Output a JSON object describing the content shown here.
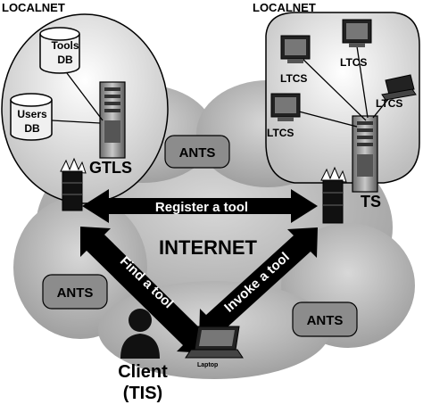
{
  "left_network": {
    "title": "LOCALNET",
    "tools_db": [
      "Tools",
      "DB"
    ],
    "users_db": [
      "Users",
      "DB"
    ],
    "server_label": "GTLS"
  },
  "right_network": {
    "title": "LOCALNET",
    "server_label": "TS",
    "ltcs_label": "LTCS"
  },
  "internet_label": "INTERNET",
  "ants_label": "ANTS",
  "arrows": {
    "register": "Register a tool",
    "find": "Find a tool",
    "invoke": "Invoke a tool"
  },
  "client": {
    "name": "Client",
    "role": "(TIS)",
    "laptop_caption": "Laptop"
  },
  "colors": {
    "cloud": "#b4b4b4",
    "localnet": "#d6d6d6",
    "ants_box": "#8c8c8c",
    "arrow": "#000000"
  }
}
